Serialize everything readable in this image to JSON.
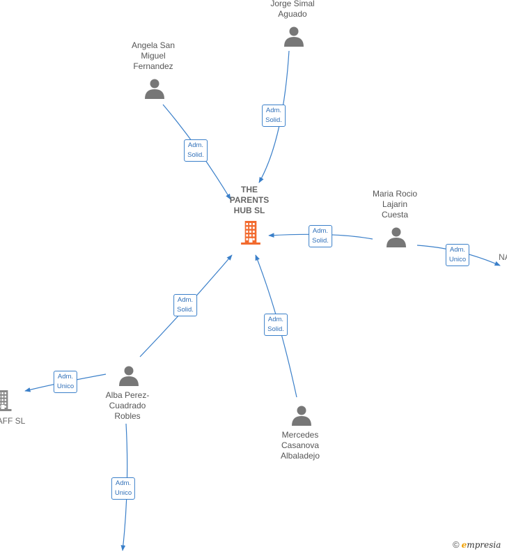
{
  "nodes": [
    {
      "id": "parents-hub",
      "type": "company",
      "color": "#f26a2e",
      "label": "THE\nPARENTS\nHUB  SL"
    },
    {
      "id": "jorge",
      "type": "person",
      "label": "Jorge Simal\nAguado"
    },
    {
      "id": "angela",
      "type": "person",
      "label": "Angela San\nMiguel\nFernandez"
    },
    {
      "id": "maria",
      "type": "person",
      "label": "Maria Rocio\nLajarin\nCuesta"
    },
    {
      "id": "alba",
      "type": "person",
      "label": "Alba Perez-\nCuadrado\nRobles"
    },
    {
      "id": "mercedes",
      "type": "person",
      "label": "Mercedes\nCasanova\nAlbaladejo"
    },
    {
      "id": "na-company",
      "type": "company",
      "color": "#888888",
      "label": "NA"
    },
    {
      "id": "aff-company",
      "type": "company",
      "color": "#888888",
      "label": "AFF  SL"
    }
  ],
  "edges": [
    {
      "id": "jorge-hub",
      "from": "jorge",
      "to": "parents-hub",
      "label": "Adm.\nSolid."
    },
    {
      "id": "angela-hub",
      "from": "angela",
      "to": "parents-hub",
      "label": "Adm.\nSolid."
    },
    {
      "id": "maria-hub",
      "from": "maria",
      "to": "parents-hub",
      "label": "Adm.\nSolid."
    },
    {
      "id": "alba-hub",
      "from": "alba",
      "to": "parents-hub",
      "label": "Adm.\nSolid."
    },
    {
      "id": "mercedes-hub",
      "from": "mercedes",
      "to": "parents-hub",
      "label": "Adm.\nSolid."
    },
    {
      "id": "maria-na",
      "from": "maria",
      "to": "na-company",
      "label": "Adm.\nUnico"
    },
    {
      "id": "alba-aff",
      "from": "alba",
      "to": "aff-company",
      "label": "Adm.\nUnico"
    },
    {
      "id": "alba-bottom",
      "from": "alba",
      "to": "offscreen",
      "label": "Adm.\nUnico"
    }
  ],
  "colors": {
    "edge": "#3a7fc9",
    "person": "#777777"
  },
  "watermark": {
    "symbol": "©",
    "brand_initial": "e",
    "brand_rest": "mpresia"
  }
}
